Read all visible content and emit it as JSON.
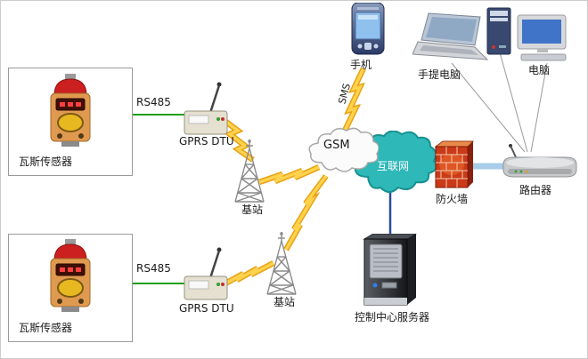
{
  "diagram": {
    "nodes": {
      "sensor_top": {
        "label": "瓦斯传感器"
      },
      "sensor_bottom": {
        "label": "瓦斯传感器"
      },
      "dtu_top": {
        "label": "GPRS DTU"
      },
      "dtu_bottom": {
        "label": "GPRS DTU"
      },
      "base_station_top": {
        "label": "基站"
      },
      "base_station_bottom": {
        "label": "基站"
      },
      "gsm_cloud": {
        "label": "GSM"
      },
      "internet_cloud": {
        "label": "互联网"
      },
      "phone": {
        "label": "手机"
      },
      "laptop": {
        "label": "手提电脑"
      },
      "desktop": {
        "label": "电脑"
      },
      "firewall": {
        "label": "防火墙"
      },
      "router": {
        "label": "路由器"
      },
      "server": {
        "label": "控制中心服务器"
      }
    },
    "links": {
      "rs485_top": {
        "label": "RS485"
      },
      "rs485_bottom": {
        "label": "RS485"
      },
      "sms": {
        "label": "SMS"
      }
    },
    "colors": {
      "lightning_fill": "#FFD24D",
      "lightning_edge": "#E8A213",
      "rs485_line": "#1E9E1E",
      "internet_cloud_fill": "#2FB8B8",
      "backbone_line": "#A9CCE8",
      "server_link_line": "#2B4B9B"
    }
  }
}
